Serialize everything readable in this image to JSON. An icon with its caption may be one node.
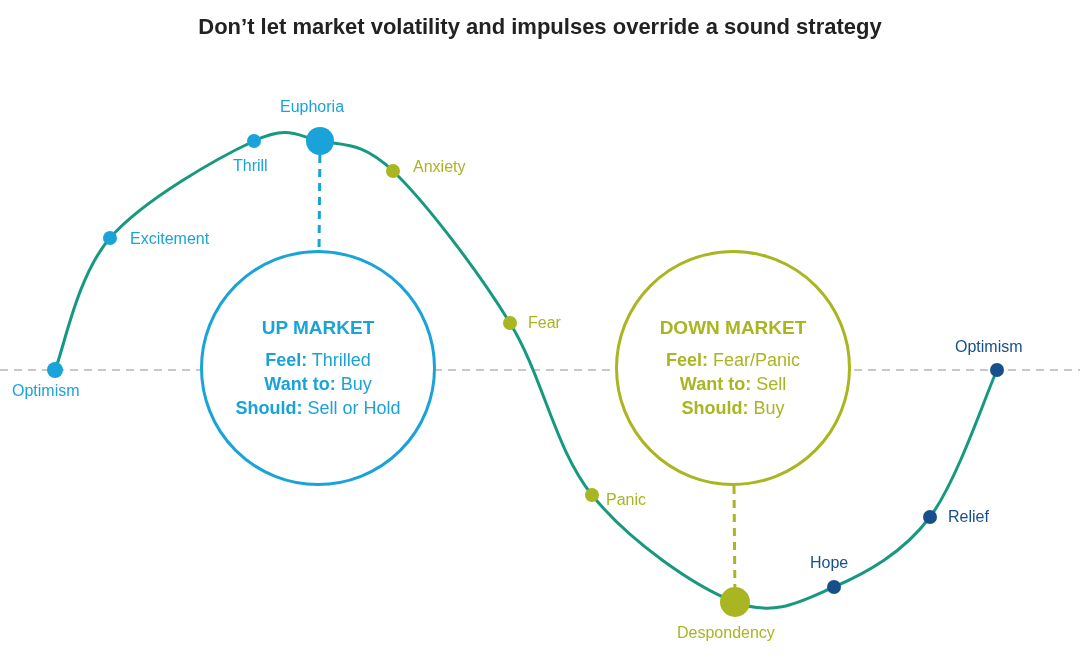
{
  "diagram": {
    "title": "Don’t let market volatility and impulses override a sound strategy",
    "nodes": [
      {
        "text": [],
        "shape": "circle",
        "beside": [
          "Optimism"
        ]
      },
      {
        "text": [],
        "shape": "circle",
        "beside": [
          "Excitement"
        ]
      },
      {
        "text": [],
        "shape": "circle",
        "beside": [
          "Thrill"
        ]
      },
      {
        "text": [],
        "shape": "circle",
        "beside": [
          "Euphoria"
        ]
      },
      {
        "text": [
          "UP MARKET",
          "**Feel:** Thrilled",
          "**Want to:** Buy",
          "**Should:** Sell or Hold"
        ]
      },
      {
        "text": [],
        "shape": "circle",
        "beside": [
          "Anxiety"
        ]
      },
      {
        "text": [],
        "shape": "circle",
        "beside": [
          "Fear"
        ]
      },
      {
        "text": [],
        "shape": "circle",
        "beside": [
          "Panic"
        ]
      },
      {
        "text": [
          "DOWN MARKET",
          "**Feel:** Fear/Panic",
          "**Want to:** Sell",
          "**Should:** Buy"
        ]
      },
      {
        "text": [],
        "shape": "circle",
        "beside": [
          "Despondency"
        ]
      },
      {
        "text": [],
        "shape": "circle",
        "beside": [
          "Hope"
        ]
      },
      {
        "text": [],
        "shape": "circle",
        "beside": [
          "Relief"
        ]
      },
      {
        "text": [],
        "shape": "circle",
        "beside": [
          "Optimism"
        ]
      }
    ],
    "edges": [
      {
        "from": 3,
        "to": 4,
        "arrow": "none",
        "style": "dashed",
        "color": "#1aa3d9"
      },
      {
        "from": 8,
        "to": 9,
        "arrow": "none",
        "style": "dashed",
        "color": "#a9b521"
      }
    ]
  }
}
